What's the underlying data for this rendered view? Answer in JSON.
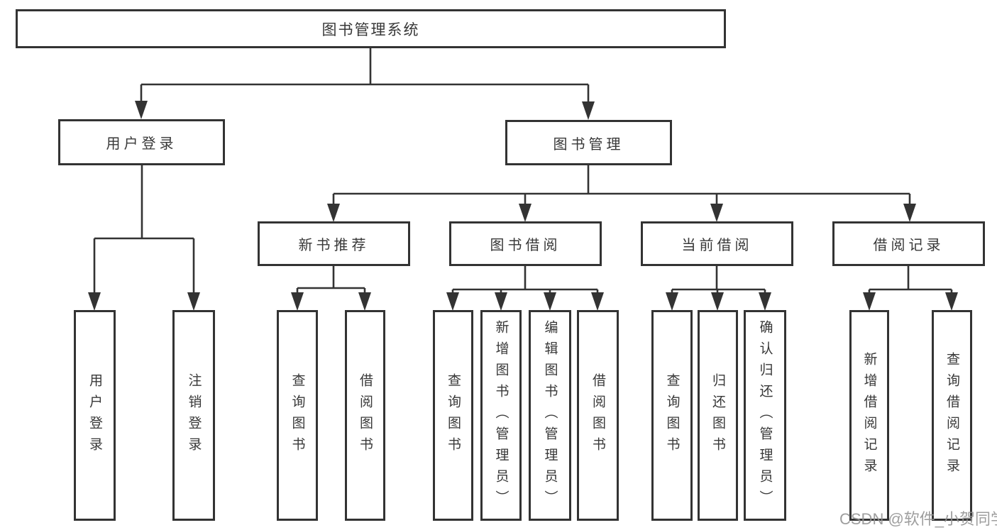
{
  "diagram": {
    "title": "图书管理系统",
    "tree": {
      "root": "图书管理系统",
      "userLogin": {
        "label": "用户登录",
        "children": [
          "用户登录",
          "注销登录"
        ]
      },
      "bookMgmt": {
        "label": "图书管理",
        "newBookRec": {
          "label": "新书推荐",
          "children": [
            "查询图书",
            "借阅图书"
          ]
        },
        "bookBorrow": {
          "label": "图书借阅",
          "children": [
            "查询图书",
            "新增图书（管理员）",
            "编辑图书（管理员）",
            "借阅图书"
          ]
        },
        "currentBorrow": {
          "label": "当前借阅",
          "children": [
            "查询图书",
            "归还图书",
            "确认归还（管理员）"
          ]
        },
        "borrowRecords": {
          "label": "借阅记录",
          "children": [
            "新增借阅记录",
            "查询借阅记录"
          ]
        }
      }
    },
    "colors": {
      "line": "#333333",
      "node_border": "#333333",
      "node_fill": "#ffffff",
      "text": "#383838",
      "watermark": "#949494",
      "background": "#ffffff"
    }
  },
  "watermark": "CSDN @软件_小贺同学"
}
